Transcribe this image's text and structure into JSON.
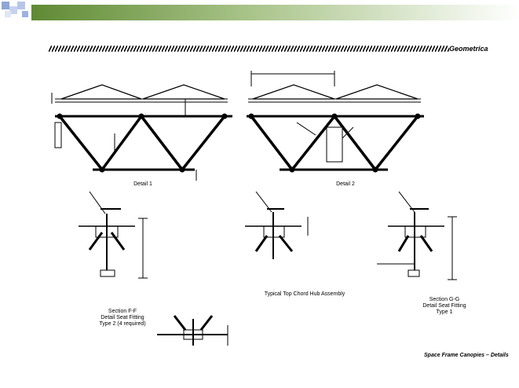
{
  "header": {
    "brand": "Geometrica",
    "footer": "Space Frame Canopies –  Details"
  },
  "details": {
    "detail1": "Detail 1",
    "detail2": "Detail 2",
    "sectionFF": [
      "Section F-F",
      "Detail Seat Fitting",
      "Type 2 (4 required)"
    ],
    "hubAssembly": "Typical Top Chord Hub Assembly",
    "sectionGG": [
      "Section G-G",
      "Detail Seat Fitting",
      "Type 1"
    ]
  },
  "colors": {
    "bar_start": "#7aa04a",
    "bar_end": "#ffffff",
    "accent_squares": "#6f8fc9"
  }
}
